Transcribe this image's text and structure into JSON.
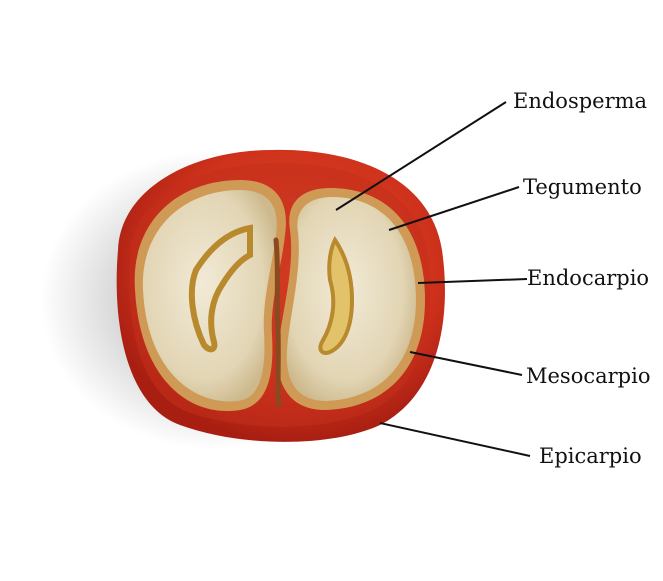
{
  "diagram": {
    "labels": [
      {
        "id": "endosperma",
        "text": "Endosperma"
      },
      {
        "id": "tegumento",
        "text": "Tegumento"
      },
      {
        "id": "endocarpio",
        "text": "Endocarpio"
      },
      {
        "id": "mesocarpio",
        "text": "Mesocarpio"
      },
      {
        "id": "epicarpio",
        "text": "Epicarpio"
      }
    ],
    "colors": {
      "epicarp": "#d4351f",
      "mesocarp": "#c8301c",
      "endocarp": "#d29a55",
      "seed": "#e6dcc2",
      "groove": "#c89a34",
      "leader": "#111111"
    }
  }
}
